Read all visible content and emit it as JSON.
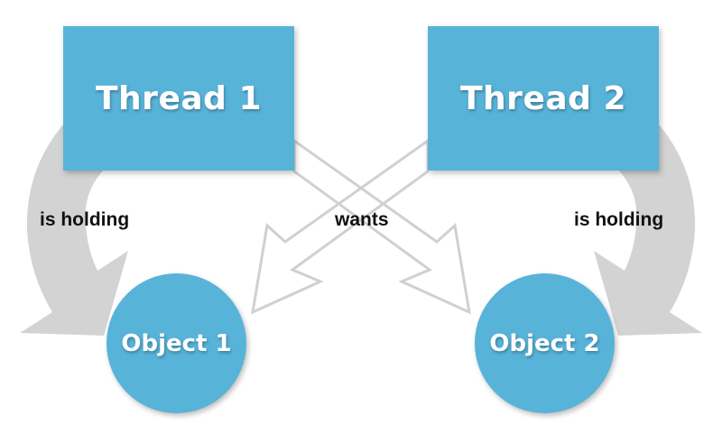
{
  "threads": [
    {
      "label": "Thread 1"
    },
    {
      "label": "Thread 2"
    }
  ],
  "objects": [
    {
      "label": "Object 1"
    },
    {
      "label": "Object 2"
    }
  ],
  "edges": {
    "holding_left": "is holding",
    "holding_right": "is holding",
    "wants": "wants"
  },
  "colors": {
    "node_fill": "#58b3d9",
    "holding_arrow": "#d3d3d3",
    "wants_arrow_outline": "#d0d0d0",
    "text_dark": "#111111",
    "text_light": "#ffffff"
  }
}
